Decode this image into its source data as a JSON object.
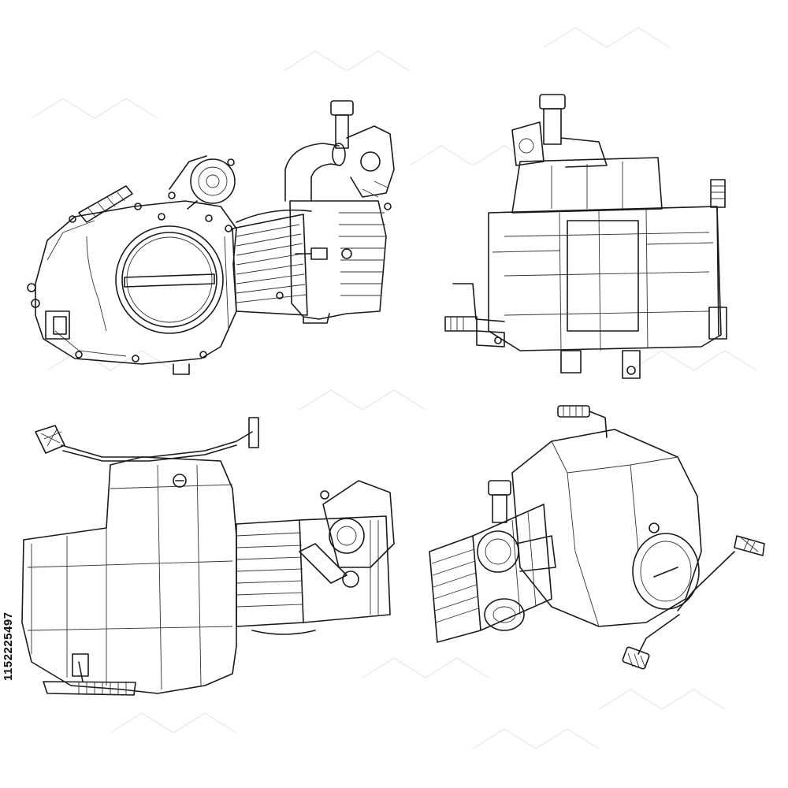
{
  "stock_id": "1152225497",
  "views": [
    "engine-side-view",
    "engine-front-view",
    "engine-top-view",
    "engine-isometric-view"
  ],
  "line_color": "#1a1a1a",
  "background_color": "#ffffff"
}
